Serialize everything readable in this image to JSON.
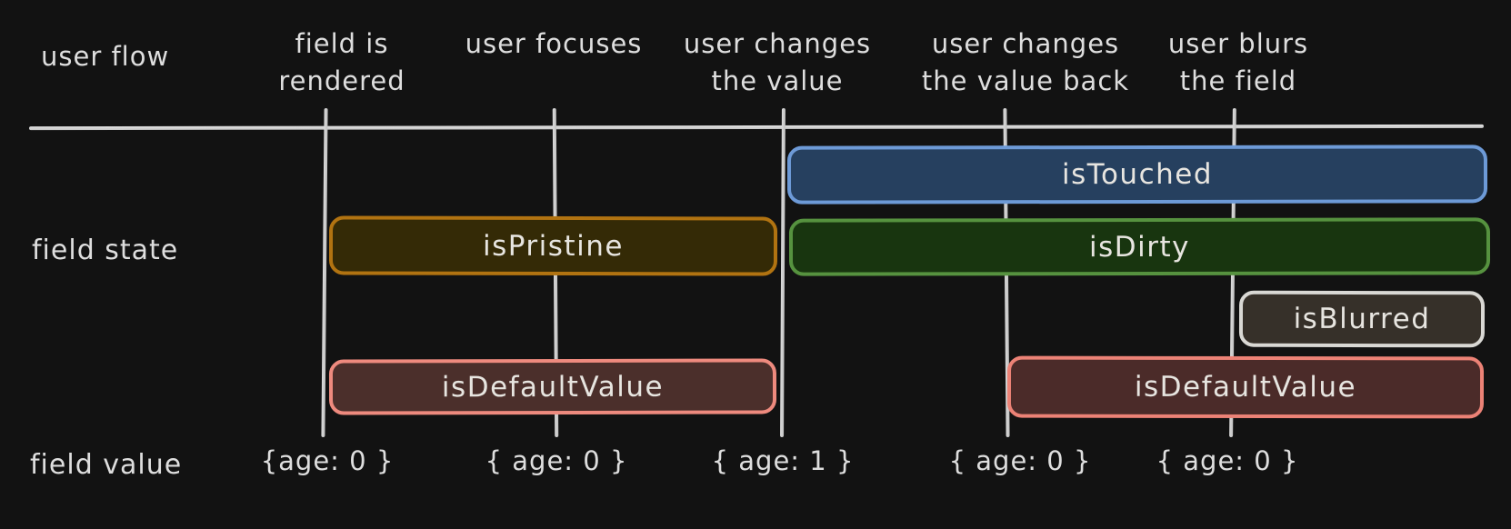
{
  "canvas": {
    "background_color": "#121212",
    "text_color": "#dcdcdc"
  },
  "row_labels": {
    "flow": "user flow",
    "state": "field state",
    "value": "field value"
  },
  "events": [
    {
      "label": "field is\nrendered"
    },
    {
      "label": "user focuses"
    },
    {
      "label": "user changes\nthe value"
    },
    {
      "label": "user changes\nthe value back"
    },
    {
      "label": "user blurs\nthe field"
    }
  ],
  "bars": [
    {
      "name": "isTouched",
      "label": "isTouched",
      "fill": "#26405f",
      "border": "#6d9ad7",
      "span": "user changes the value -> end"
    },
    {
      "name": "isPristine",
      "label": "isPristine",
      "fill": "#342a06",
      "border": "#b17311",
      "span": "field is rendered -> user changes the value"
    },
    {
      "name": "isDirty",
      "label": "isDirty",
      "fill": "#18350f",
      "border": "#56923f",
      "span": "user changes the value -> end"
    },
    {
      "name": "isBlurred",
      "label": "isBlurred",
      "fill": "#363029",
      "border": "#d9d8d4",
      "span": "user blurs the field -> end"
    },
    {
      "name": "isDefaultValue",
      "label": "isDefaultValue",
      "fill": "#4b2f2b",
      "border": "#ee8a7e",
      "span": "field is rendered -> user changes the value"
    },
    {
      "name": "isDefaultValue",
      "label": "isDefaultValue",
      "fill": "#4b2b29",
      "border": "#ec8276",
      "span": "user changes the value back -> end"
    }
  ],
  "field_values": [
    "{age: 0 }",
    "{ age: 0 }",
    "{ age: 1 }",
    "{ age: 0 }",
    "{ age: 0 }"
  ]
}
